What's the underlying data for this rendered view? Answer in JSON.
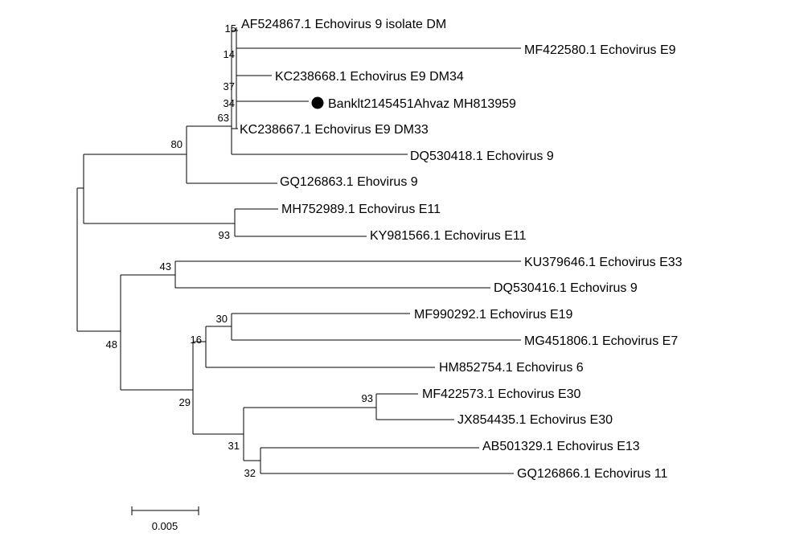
{
  "tree": {
    "taxa": [
      "AF524867.1 Echovirus 9 isolate DM",
      "MF422580.1 Echovirus E9",
      "KC238668.1 Echovirus E9  DM34",
      "Banklt2145451Ahvaz MH813959",
      "KC238667.1 Echovirus E9  DM33",
      "DQ530418.1 Echovirus 9",
      "GQ126863.1 Ehovirus 9",
      "MH752989.1 Echovirus E11",
      "KY981566.1 Echovirus E11",
      "KU379646.1 Echovirus E33",
      "DQ530416.1 Echovirus 9",
      "MF990292.1 Echovirus E19",
      "MG451806.1 Echovirus E7",
      "HM852754.1 Echovirus 6",
      "MF422573.1 Echovirus E30",
      "JX854435.1 Echovirus E30",
      "AB501329.1 Echovirus E13",
      "GQ126866.1 Echovirus 11"
    ],
    "highlighted_taxon": "Banklt2145451Ahvaz MH813959",
    "bootstrap": [
      "15",
      "14",
      "37",
      "34",
      "63",
      "80",
      "93",
      "43",
      "48",
      "30",
      "16",
      "29",
      "93",
      "31",
      "32"
    ],
    "scale_bar_label": "0.005",
    "colors": {
      "line": "#000000",
      "text": "#000000",
      "marker": "#000000"
    }
  }
}
